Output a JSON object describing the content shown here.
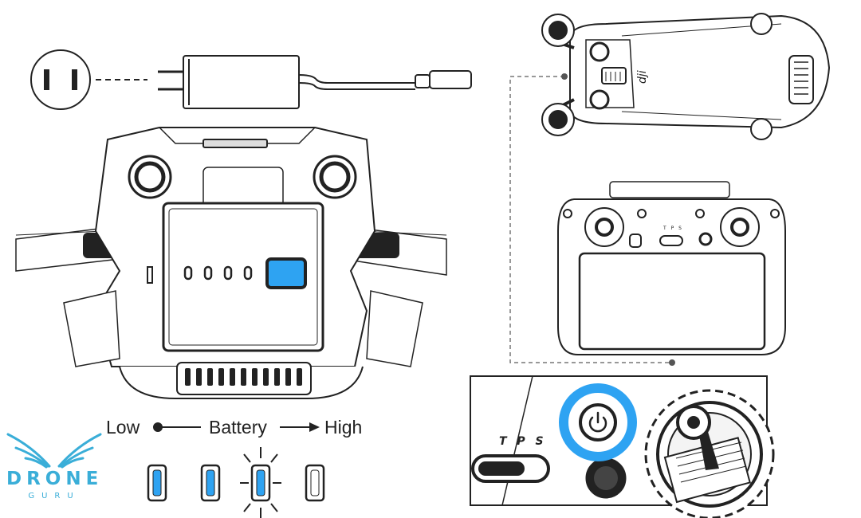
{
  "legend": {
    "low": "Low",
    "battery": "Battery",
    "high": "High"
  },
  "brand": {
    "name": "DRONE",
    "sub": "GURU"
  },
  "remote_labels": {
    "tps": "T P S",
    "tps_small": "T P S"
  },
  "battery_levels": [
    1,
    1,
    0.5,
    0
  ],
  "colors": {
    "accent": "#2ea3f2",
    "line": "#222222",
    "brand": "#3aaed8"
  }
}
